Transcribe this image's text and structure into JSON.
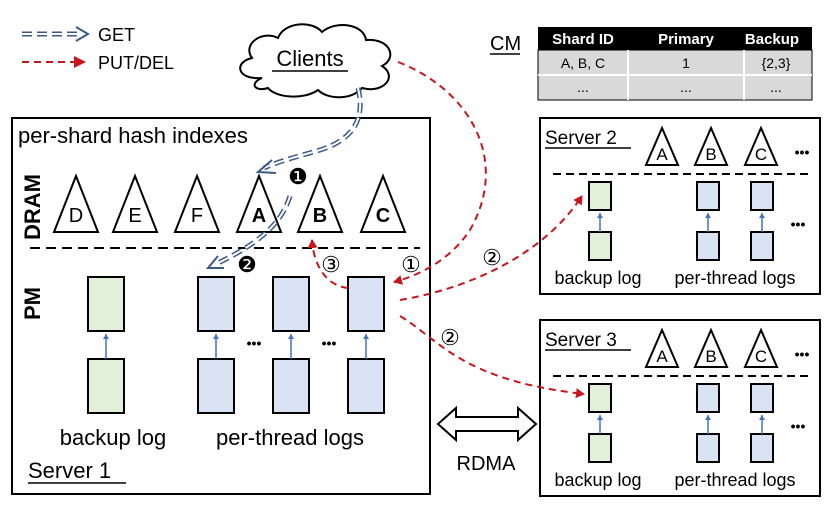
{
  "legend": {
    "get_label": "GET",
    "put_label": "PUT/DEL",
    "get_color": "#3b5a8c",
    "put_color": "#c8161d"
  },
  "clients_label": "Clients",
  "cm": {
    "label": "CM",
    "headers": [
      "Shard ID",
      "Primary",
      "Backup"
    ],
    "rows": [
      [
        "A, B, C",
        "1",
        "{2,3}"
      ],
      [
        "...",
        "...",
        "..."
      ]
    ]
  },
  "server1": {
    "title": "Server 1",
    "index_title": "per-shard hash indexes",
    "dram_label": "DRAM",
    "pm_label": "PM",
    "shards": [
      "D",
      "E",
      "F",
      "A",
      "B",
      "C"
    ],
    "backup_log_label": "backup log",
    "thread_logs_label": "per-thread logs",
    "ellipsis": "•••"
  },
  "server2": {
    "title": "Server 2",
    "shards": [
      "A",
      "B",
      "C"
    ],
    "ellipsis": "•••",
    "backup_log_label": "backup log",
    "thread_logs_label": "per-thread logs"
  },
  "server3": {
    "title": "Server 3",
    "shards": [
      "A",
      "B",
      "C"
    ],
    "ellipsis": "•••",
    "backup_log_label": "backup log",
    "thread_logs_label": "per-thread logs"
  },
  "steps": {
    "get1": "❶",
    "get2": "❷",
    "put1": "①",
    "put2a": "②",
    "put2b": "②",
    "put3": "③"
  },
  "rdma_label": "RDMA",
  "colors": {
    "green_log": "#e2efd9",
    "blue_log": "#dae3f3",
    "arrow_blue": "#4472c4"
  }
}
